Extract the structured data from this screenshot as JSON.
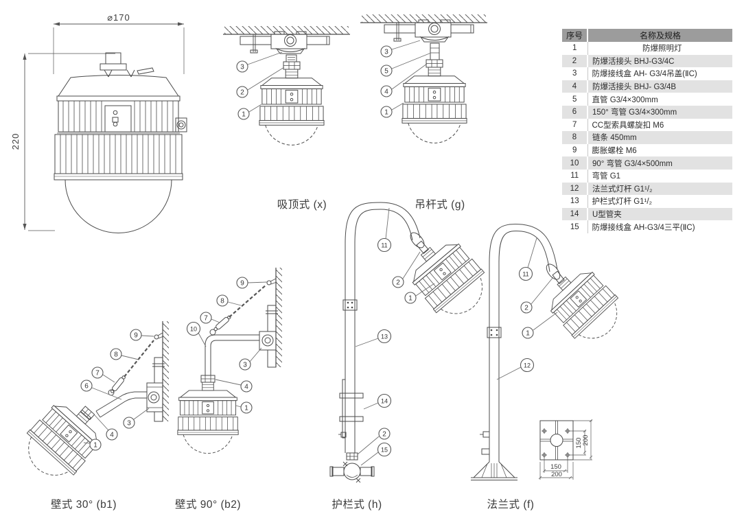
{
  "colors": {
    "line": "#4a4a4a",
    "table_header_bg": "#9c9c9c",
    "table_row_alt_bg": "#e2e2e2"
  },
  "front_view": {
    "dim_diameter": "⌀170",
    "dim_height": "220"
  },
  "diagrams": {
    "ceiling": {
      "caption": "吸顶式 (x)",
      "callouts": [
        "3",
        "2",
        "1"
      ]
    },
    "pendant": {
      "caption": "吊杆式 (g)",
      "callouts": [
        "3",
        "5",
        "4",
        "1"
      ]
    },
    "wall30": {
      "caption": "壁式 30° (b1)",
      "callouts": [
        "9",
        "8",
        "7",
        "6",
        "4",
        "3",
        "1"
      ]
    },
    "wall90": {
      "caption": "壁式 90° (b2)",
      "callouts": [
        "9",
        "8",
        "7",
        "10",
        "3",
        "4",
        "1"
      ]
    },
    "guardrail": {
      "caption": "护栏式 (h)",
      "callouts": [
        "11",
        "2",
        "1",
        "13",
        "14",
        "2",
        "15"
      ]
    },
    "flange": {
      "caption": "法兰式 (f)",
      "callouts": [
        "11",
        "2",
        "1",
        "12"
      ],
      "base_plate": {
        "dim_bolt_v": "150",
        "dim_plate_v": "200",
        "dim_bolt_h": "150",
        "dim_plate_h": "200"
      }
    }
  },
  "parts_table": {
    "headers": [
      "序号",
      "名称及规格"
    ],
    "rows": [
      [
        "1",
        "防爆照明灯"
      ],
      [
        "2",
        "防爆活接头 BHJ-G3/4C"
      ],
      [
        "3",
        "防爆接线盒 AH- G3/4吊盖(ⅡC)"
      ],
      [
        "4",
        "防爆活接头 BHJ- G3/4B"
      ],
      [
        "5",
        "直管 G3/4×300mm"
      ],
      [
        "6",
        "150° 弯管 G3/4×300mm"
      ],
      [
        "7",
        "CC型索具螺旋扣 M6"
      ],
      [
        "8",
        "链条 450mm"
      ],
      [
        "9",
        "膨胀螺栓 M6"
      ],
      [
        "10",
        "90° 弯管 G3/4×500mm"
      ],
      [
        "11",
        "弯管 G1"
      ],
      [
        "12",
        "法兰式灯杆 G1¹/₂"
      ],
      [
        "13",
        "护栏式灯杆 G1¹/₂"
      ],
      [
        "14",
        "U型管夹"
      ],
      [
        "15",
        "防爆接线盒 AH-G3/4三平(ⅡC)"
      ]
    ]
  }
}
